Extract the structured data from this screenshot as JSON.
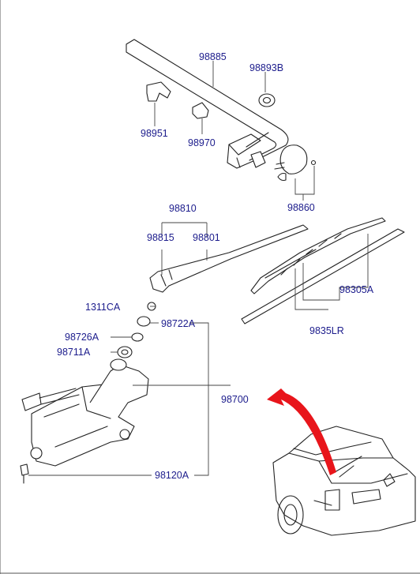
{
  "callouts": {
    "c98885": "98885",
    "c98893B": "98893B",
    "c98951": "98951",
    "c98970": "98970",
    "c98860": "98860",
    "c98810": "98810",
    "c98815": "98815",
    "c98801": "98801",
    "c98305A": "98305A",
    "c1311CA": "1311CA",
    "c98722A": "98722A",
    "c98726A": "98726A",
    "c98711A": "98711A",
    "c9835LR": "9835LR",
    "c98700": "98700",
    "c98120A": "98120A"
  },
  "colors": {
    "label": "#1c1c8c",
    "line": "#222222",
    "arrow": "#e8151b",
    "background": "#ffffff"
  }
}
